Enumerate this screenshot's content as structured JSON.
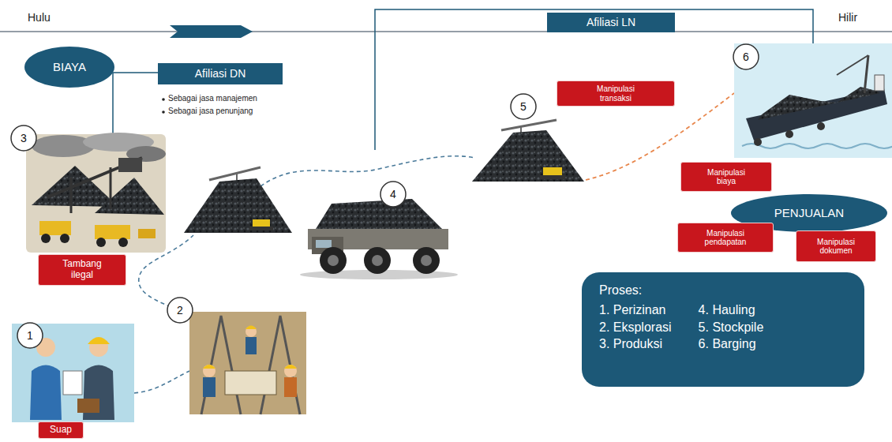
{
  "diagram": {
    "nodes": [
      {
        "text": [
          "BIAYA"
        ]
      },
      {
        "text": [
          "Afiliasi DN"
        ]
      },
      {
        "text": [
          "Afiliasi LN"
        ]
      },
      {
        "text": [
          "1"
        ]
      },
      {
        "text": [
          "Suap"
        ]
      },
      {
        "text": [
          "2"
        ]
      },
      {
        "text": [
          "3"
        ]
      },
      {
        "text": [
          "Tambang ilegal"
        ]
      },
      {
        "text": [
          "4"
        ]
      },
      {
        "text": [
          "5"
        ]
      },
      {
        "text": [
          "Manipulasi transaksi"
        ]
      },
      {
        "text": [
          "6"
        ]
      },
      {
        "text": [
          "Manipulasi biaya"
        ]
      },
      {
        "text": [
          "PENJUALAN"
        ]
      },
      {
        "text": [
          "Manipulasi pendapatan"
        ]
      },
      {
        "text": [
          "Manipulasi dokumen"
        ]
      },
      {
        "text": [
          "Proses:",
          "1. Perizinan",
          "2. Eksplorasi",
          "3. Produksi",
          "4. Hauling",
          "5. Stockpile",
          "6. Barging"
        ]
      }
    ],
    "labels": [
      "Hulu",
      "Hilir",
      "Sebagai jasa manajemen",
      "Sebagai jasa penunjang"
    ]
  }
}
